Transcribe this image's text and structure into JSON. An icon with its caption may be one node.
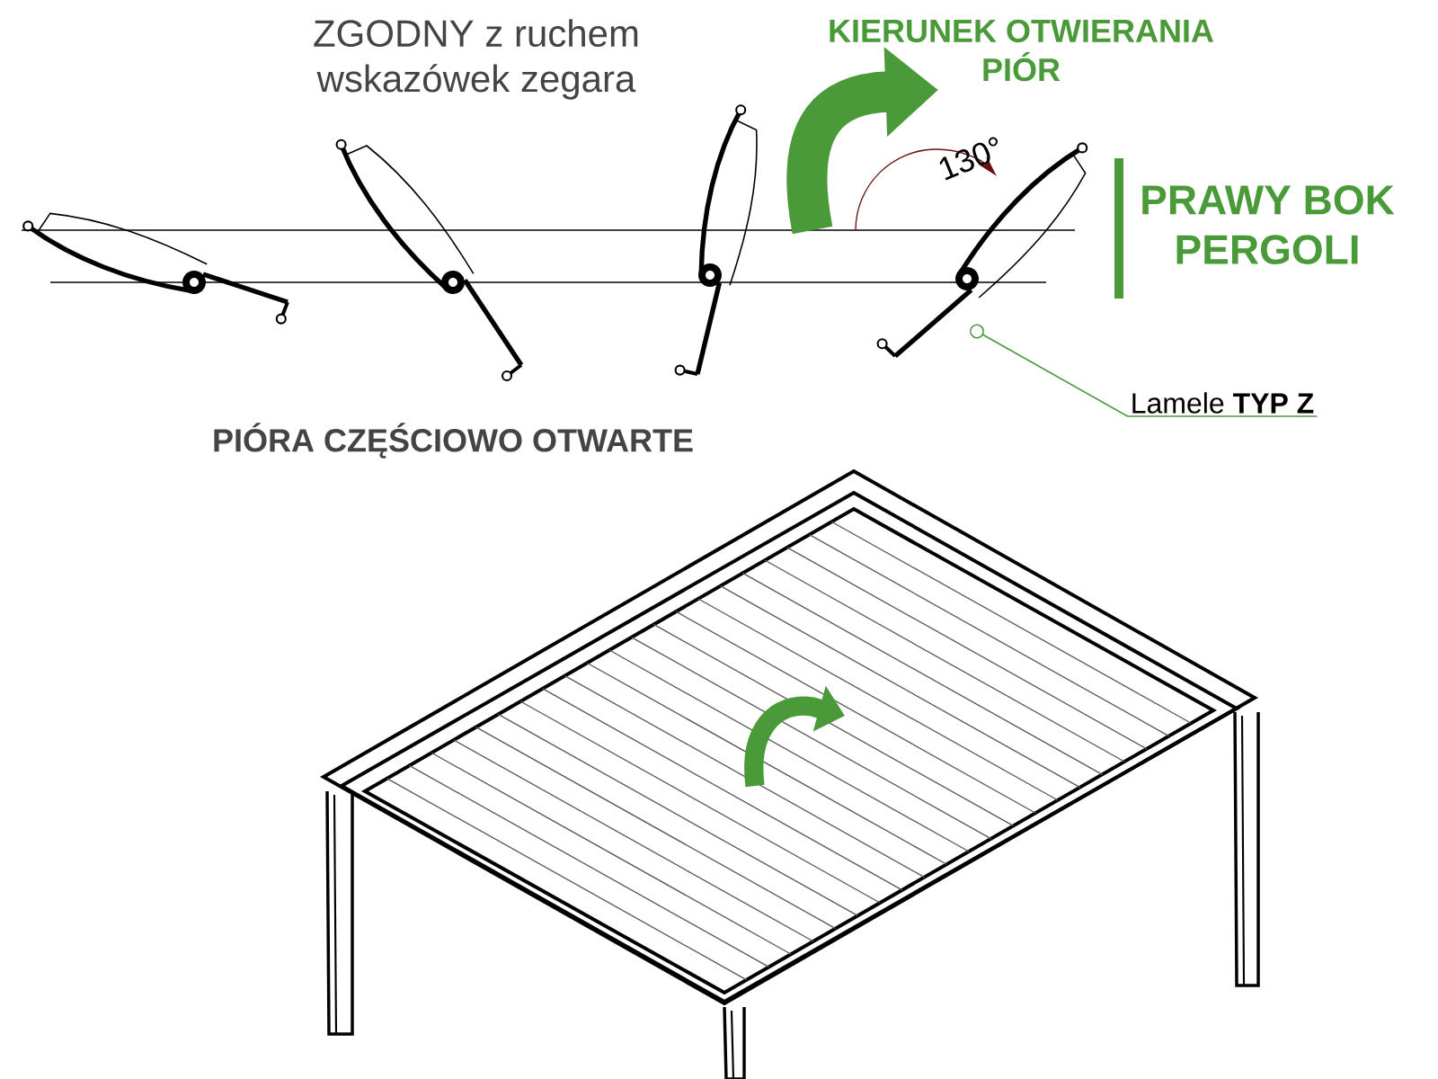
{
  "diagram": {
    "nodes": [
      {
        "text": [
          "Lamele **TYP Z**"
        ]
      },
      {
        "text": [],
        "shape": "picture"
      }
    ],
    "edges": [
      {
        "from": 0,
        "to": 1,
        "arrow": "other"
      }
    ],
    "labels": [
      "ZGODNY z ruchem wskazówek zegara",
      "KIERUNEK OTWIERANIA PIÓR",
      "130°",
      "PRAWY BOK PERGOLI",
      "PIÓRA CZĘŚCIOWO OTWARTE"
    ]
  }
}
